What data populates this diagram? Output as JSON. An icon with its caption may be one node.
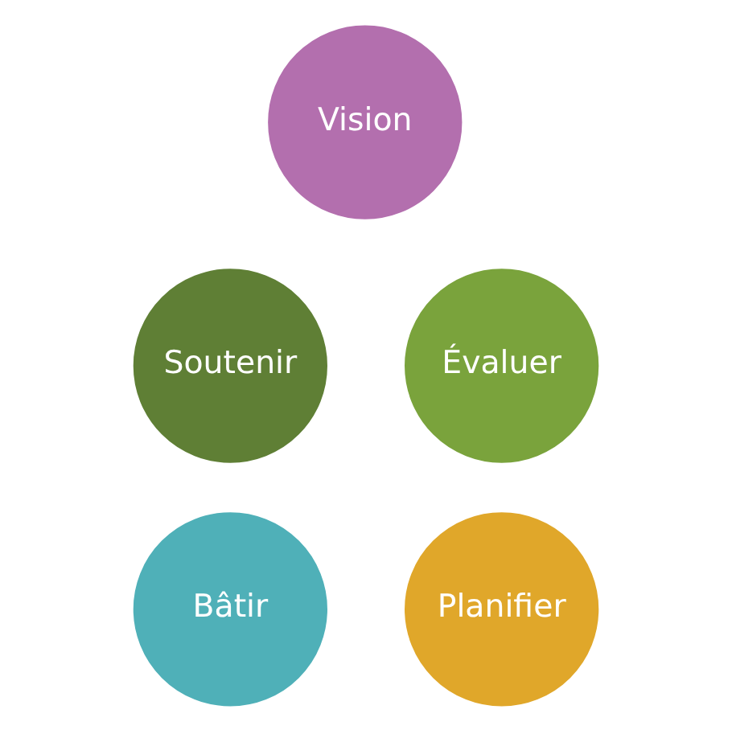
{
  "diagram": {
    "nodes": [
      {
        "text": [
          "Vision"
        ]
      },
      {
        "text": [
          "Soutenir"
        ]
      },
      {
        "text": [
          "Évaluer"
        ]
      },
      {
        "text": [
          "Bâtir"
        ]
      },
      {
        "text": [
          "Planifier"
        ]
      }
    ]
  }
}
